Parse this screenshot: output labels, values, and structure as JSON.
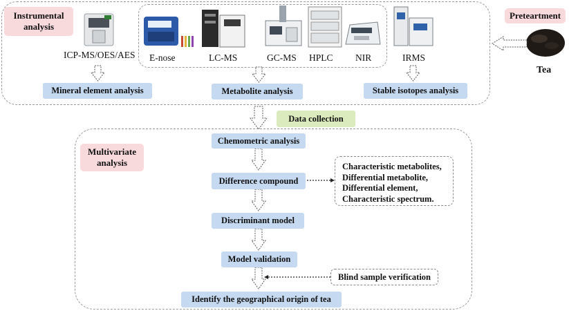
{
  "instrumental": {
    "label": "Instrumental\nanalysis",
    "instruments": [
      "ICP-MS/OES/AES",
      "E-nose",
      "LC-MS",
      "GC-MS",
      "HPLC",
      "NIR",
      "IRMS"
    ]
  },
  "pretreatment": {
    "label": "Preteartment",
    "sample_label": "Tea"
  },
  "analysis_boxes": {
    "mineral": "Mineral element analysis",
    "metabolite": "Metabolite analysis",
    "isotopes": "Stable isotopes analysis"
  },
  "data_collection": "Data collection",
  "multivariate": {
    "label": "Multivariate\nanalysis",
    "steps": {
      "chemometric": "Chemometric analysis",
      "difference": "Difference compound",
      "discriminant": "Discriminant  model",
      "validation": "Model validation",
      "origin": "Identify the geographical origin of tea"
    },
    "characteristics": [
      "Characteristic metabolites,",
      "Differential metabolite,",
      "Differential element,",
      "Characteristic spectrum."
    ],
    "blind": "Blind sample verification"
  },
  "colors": {
    "pink": "#f8d9dc",
    "blue": "#c5d9f1",
    "green": "#dcebbd",
    "dashed": "#9a9a9a"
  }
}
